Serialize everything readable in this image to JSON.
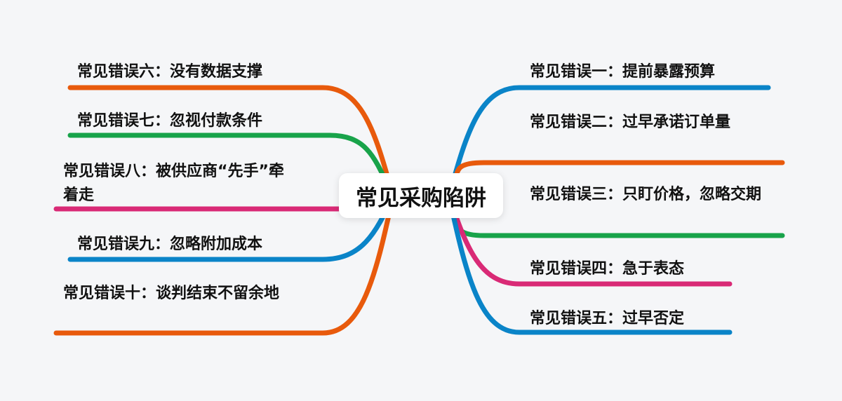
{
  "root": {
    "title": "常见采购陷阱"
  },
  "colors": {
    "blue": "#0a84c8",
    "orange": "#e85a0c",
    "green": "#18a34a",
    "pink": "#d92a76"
  },
  "branches": [
    {
      "side": "right",
      "label": "常见错误一：提前暴露预算",
      "color": "blue"
    },
    {
      "side": "right",
      "label": "常见错误二：过早承诺订单量",
      "color": "orange"
    },
    {
      "side": "right",
      "label": "常见错误三：只盯价格，忽略交期",
      "color": "green"
    },
    {
      "side": "right",
      "label": "常见错误四：急于表态",
      "color": "pink"
    },
    {
      "side": "right",
      "label": "常见错误五：过早否定",
      "color": "blue"
    },
    {
      "side": "left",
      "label": "常见错误六：没有数据支撑",
      "color": "orange"
    },
    {
      "side": "left",
      "label": "常见错误七：忽视付款条件",
      "color": "green"
    },
    {
      "side": "left",
      "label": "常见错误八：被供应商“先手”牵着走",
      "color": "pink"
    },
    {
      "side": "left",
      "label": "常见错误九：忽略附加成本",
      "color": "blue"
    },
    {
      "side": "left",
      "label": "常见错误十：谈判结束不留余地",
      "color": "orange"
    }
  ]
}
